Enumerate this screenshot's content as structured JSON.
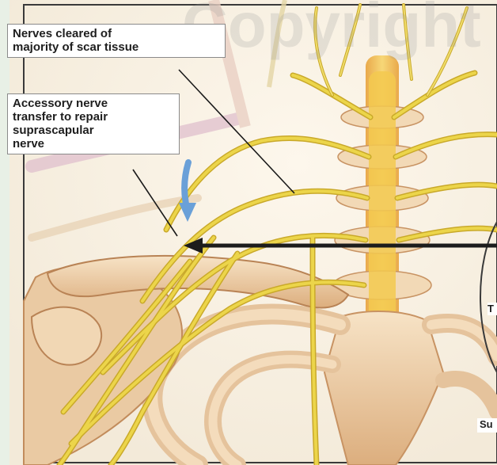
{
  "callouts": [
    {
      "id": "scar-tissue",
      "text": "Nerves cleared of\nmajority of scar tissue"
    },
    {
      "id": "accessory-transfer",
      "text": "Accessory nerve\ntransfer to repair\nsuprascapular\nnerve"
    }
  ],
  "edge_labels": {
    "right_mid": "T",
    "right_bottom": "Su"
  },
  "watermark": "Copyright",
  "colors": {
    "nerve": "#e6cf3a",
    "nerve_dark": "#c9a92a",
    "bone": "#f0d6b0",
    "bone_shadow": "#d9a877",
    "rib": "#e8c7a1",
    "vessel": "#d8b8c8",
    "arrow": "#6aa0d8",
    "frame": "#3a3a3a"
  }
}
